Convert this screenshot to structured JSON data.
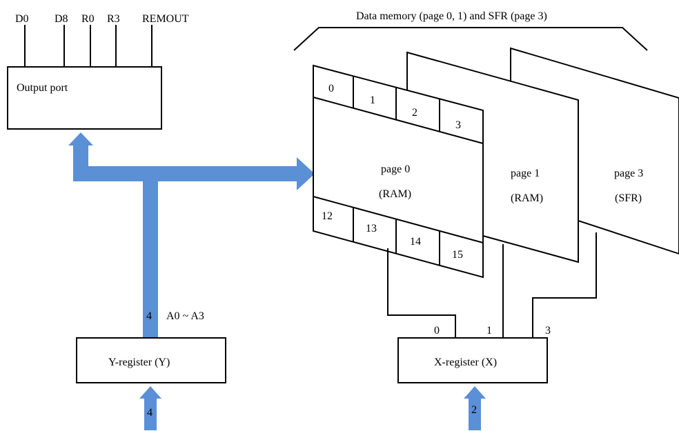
{
  "colors": {
    "bus": "#5b8fd6",
    "line": "#000000",
    "fill": "#ffffff"
  },
  "output_port": {
    "label": "Output port",
    "pins": [
      "D0",
      "D8",
      "R0",
      "R3",
      "REMOUT"
    ]
  },
  "memory": {
    "title": "Data memory (page 0, 1) and SFR (page 3)",
    "page0": {
      "name": "page 0",
      "type": "(RAM)",
      "top_cells": [
        "0",
        "1",
        "2",
        "3"
      ],
      "bottom_cells": [
        "12",
        "13",
        "14",
        "15"
      ]
    },
    "page1": {
      "name": "page 1",
      "type": "(RAM)"
    },
    "page3": {
      "name": "page 3",
      "type": "(SFR)"
    }
  },
  "y_register": {
    "label": "Y-register (Y)",
    "bus_width": "4",
    "address_label": "A0 ~ A3",
    "input_width": "4"
  },
  "x_register": {
    "label": "X-register (X)",
    "input_width": "2",
    "select_labels": [
      "0",
      "1",
      "3"
    ]
  }
}
